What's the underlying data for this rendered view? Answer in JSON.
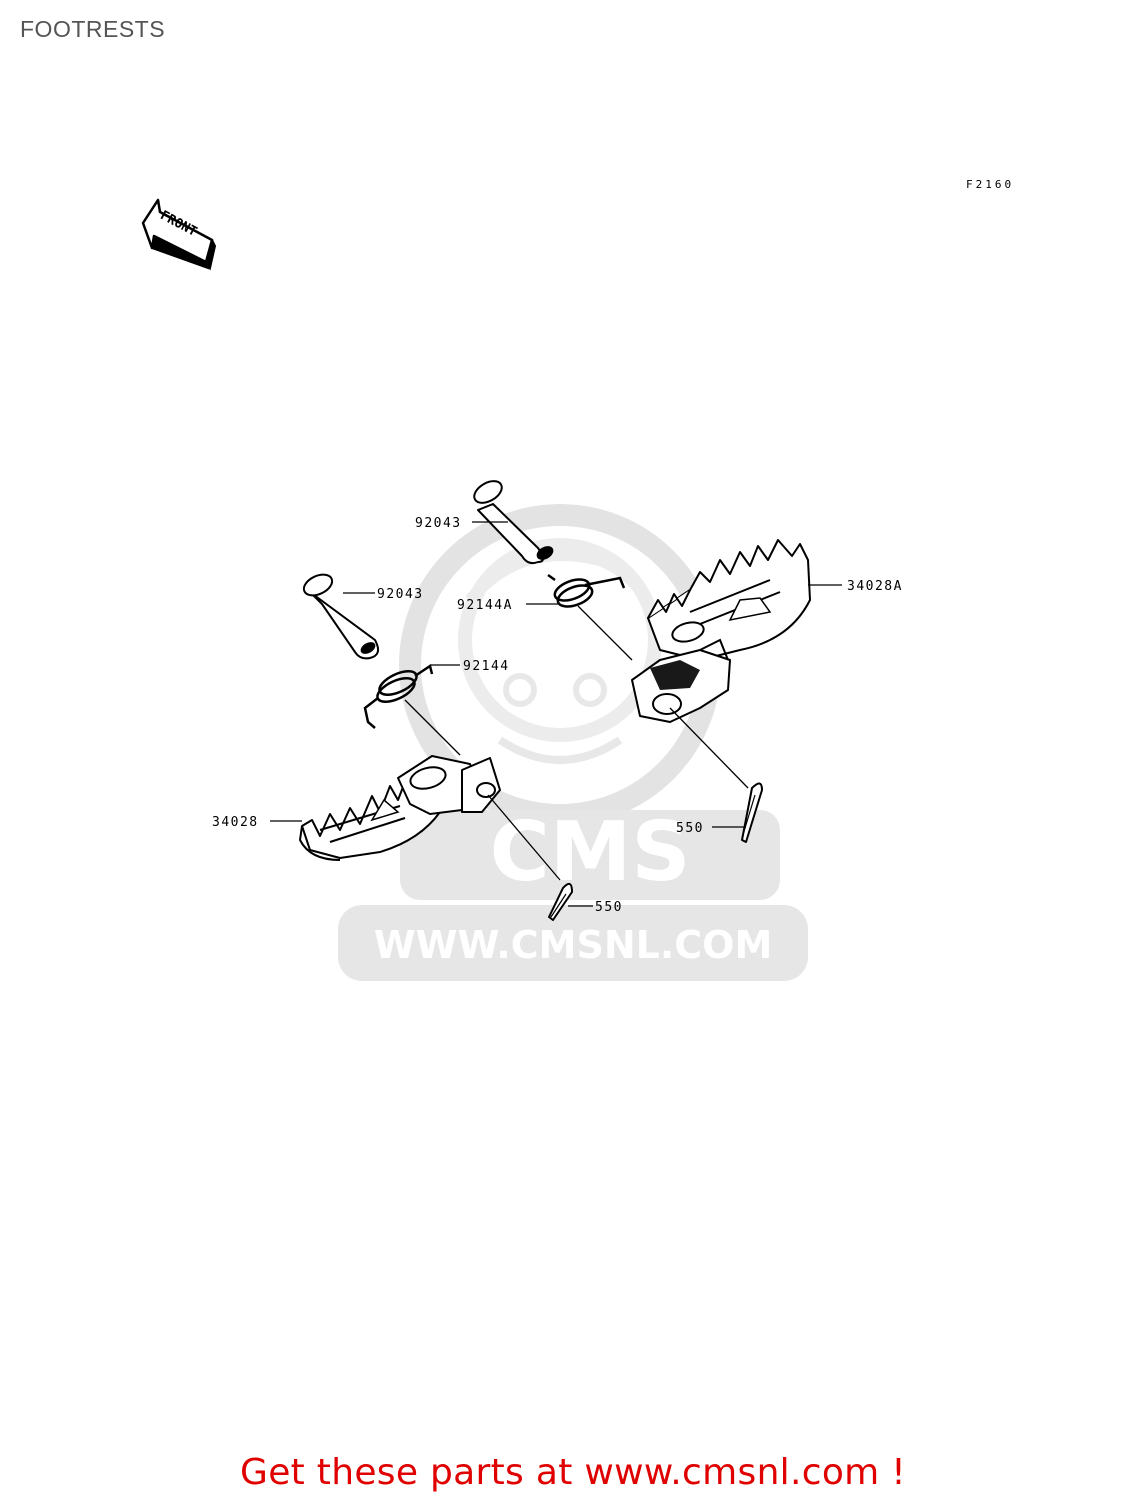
{
  "page": {
    "title": "FOOTRESTS",
    "figure_code": "F2160",
    "front_label": "FRONT",
    "footer_text": "Get these parts at www.cmsnl.com !"
  },
  "watermark": {
    "brand": "CMS",
    "url": "WWW.CMSNL.COM",
    "color": "#e6e6e6"
  },
  "parts": [
    {
      "id": "pin-upper",
      "number": "92043"
    },
    {
      "id": "pin-lower",
      "number": "92043"
    },
    {
      "id": "spring-upper",
      "number": "92144A"
    },
    {
      "id": "spring-lower",
      "number": "92144"
    },
    {
      "id": "footrest-right",
      "number": "34028A"
    },
    {
      "id": "footrest-left",
      "number": "34028"
    },
    {
      "id": "cotter-pin-right",
      "number": "550"
    },
    {
      "id": "cotter-pin-left",
      "number": "550"
    }
  ],
  "colors": {
    "footer": "#e00000",
    "title": "#555555",
    "line": "#000000"
  }
}
